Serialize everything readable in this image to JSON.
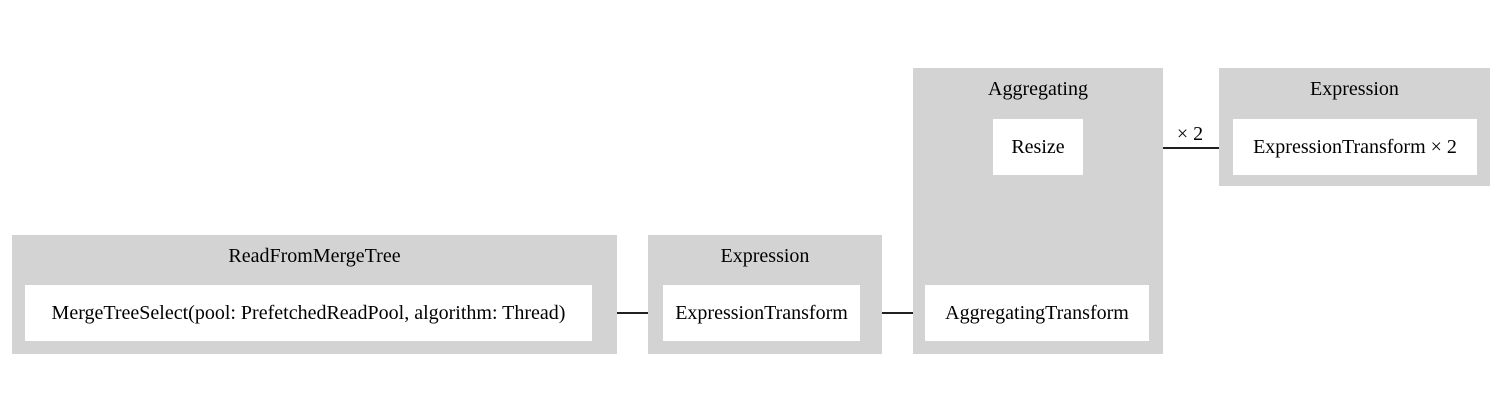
{
  "diagram": {
    "colors": {
      "background": "#ffffff",
      "cluster_fill": "#d3d3d3",
      "node_fill": "#ffffff",
      "edge": "#000000",
      "text": "#000000"
    },
    "clusters": [
      {
        "label": "ReadFromMergeTree",
        "nodes": [
          {
            "label": "MergeTreeSelect(pool: PrefetchedReadPool, algorithm: Thread)"
          }
        ]
      },
      {
        "label": "Expression",
        "nodes": [
          {
            "label": "ExpressionTransform"
          }
        ]
      },
      {
        "label": "Aggregating",
        "nodes": [
          {
            "label": "AggregatingTransform"
          },
          {
            "label": "Resize"
          }
        ]
      },
      {
        "label": "Expression",
        "nodes": [
          {
            "label": "ExpressionTransform × 2"
          }
        ]
      }
    ],
    "edges": [
      {
        "from": "MergeTreeSelect(pool: PrefetchedReadPool, algorithm: Thread)",
        "to": "ExpressionTransform",
        "label": ""
      },
      {
        "from": "ExpressionTransform",
        "to": "AggregatingTransform",
        "label": ""
      },
      {
        "from": "AggregatingTransform",
        "to": "Resize",
        "label": ""
      },
      {
        "from": "Resize",
        "to": "ExpressionTransform × 2",
        "label": "× 2"
      }
    ]
  }
}
